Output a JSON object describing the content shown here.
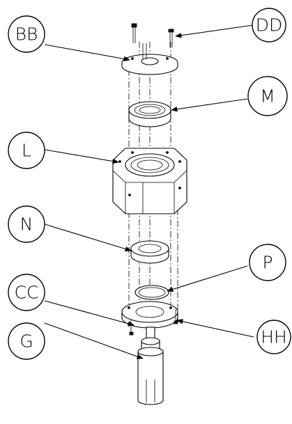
{
  "labels": {
    "bb": "BB",
    "dd": "DD",
    "m": "M",
    "l": "L",
    "n": "N",
    "p": "P",
    "cc": "CC",
    "hh": "HH",
    "g": "G"
  }
}
